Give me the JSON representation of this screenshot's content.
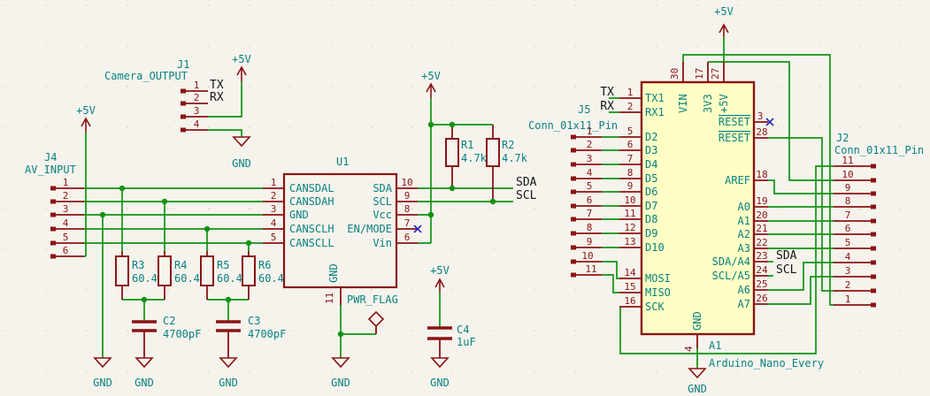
{
  "app": {
    "canvas": "kicad-schematic"
  },
  "colors": {
    "background": "#f5f3ec",
    "wire_green": "#129212",
    "device_red": "#8a1414",
    "field_teal": "#0a8181",
    "label_black": "#161616",
    "noconnect_blue": "#2a2ab8",
    "symbol_fill_yellow": "#ffffc5"
  },
  "power": {
    "p5v": "+5V",
    "gnd": "GND",
    "pwr_flag": "PWR_FLAG"
  },
  "net_labels": {
    "tx": "TX",
    "rx": "RX",
    "sda": "SDA",
    "scl": "SCL"
  },
  "j4": {
    "ref": "J4",
    "value": "AV_INPUT",
    "pins": [
      "1",
      "2",
      "3",
      "4",
      "5",
      "6"
    ]
  },
  "j1": {
    "ref": "J1",
    "value": "Camera_OUTPUT",
    "pins": [
      "1",
      "2",
      "3",
      "4"
    ]
  },
  "j5": {
    "ref": "J5",
    "value": "Conn_01x11_Pin",
    "pins": [
      "1",
      "2",
      "3",
      "4",
      "5",
      "6",
      "7",
      "8",
      "9",
      "10",
      "11"
    ]
  },
  "j2": {
    "ref": "J2",
    "value": "Conn_01x11_Pin",
    "pins": [
      "11",
      "10",
      "9",
      "8",
      "7",
      "6",
      "5",
      "4",
      "3",
      "2",
      "1"
    ]
  },
  "u1": {
    "ref": "U1",
    "left": [
      {
        "n": "1",
        "name": "CANSDAL"
      },
      {
        "n": "2",
        "name": "CANSDAH"
      },
      {
        "n": "3",
        "name": "GND"
      },
      {
        "n": "4",
        "name": "CANSCLH"
      },
      {
        "n": "5",
        "name": "CANSCLL"
      }
    ],
    "right": [
      {
        "n": "10",
        "name": "SDA"
      },
      {
        "n": "9",
        "name": "SCL"
      },
      {
        "n": "8",
        "name": "Vcc"
      },
      {
        "n": "7",
        "name": "EN/MODE"
      },
      {
        "n": "6",
        "name": "Vin"
      }
    ],
    "bottom": {
      "n": "11",
      "name": "GND"
    }
  },
  "resistors": [
    {
      "ref": "R1",
      "value": "4.7k"
    },
    {
      "ref": "R2",
      "value": "4.7k"
    },
    {
      "ref": "R3",
      "value": "60.4"
    },
    {
      "ref": "R4",
      "value": "60.4"
    },
    {
      "ref": "R5",
      "value": "60.4"
    },
    {
      "ref": "R6",
      "value": "60.4"
    }
  ],
  "capacitors": [
    {
      "ref": "C2",
      "value": "4700pF"
    },
    {
      "ref": "C3",
      "value": "4700pF"
    },
    {
      "ref": "C4",
      "value": "1uF"
    }
  ],
  "arduino": {
    "ref": "A1",
    "value": "Arduino_Nano_Every",
    "left": [
      {
        "n": "1",
        "name": "TX1"
      },
      {
        "n": "2",
        "name": "RX1"
      },
      {
        "n": "5",
        "name": "D2"
      },
      {
        "n": "6",
        "name": "D3"
      },
      {
        "n": "7",
        "name": "D4"
      },
      {
        "n": "8",
        "name": "D5"
      },
      {
        "n": "9",
        "name": "D6"
      },
      {
        "n": "10",
        "name": "D7"
      },
      {
        "n": "11",
        "name": "D8"
      },
      {
        "n": "12",
        "name": "D9"
      },
      {
        "n": "13",
        "name": "D10"
      },
      {
        "n": "14",
        "name": "MOSI"
      },
      {
        "n": "15",
        "name": "MISO"
      },
      {
        "n": "16",
        "name": "SCK"
      }
    ],
    "right": [
      {
        "n": "3",
        "name": "RESET"
      },
      {
        "n": "28",
        "name": "RESET"
      },
      {
        "n": "18",
        "name": "AREF"
      },
      {
        "n": "19",
        "name": "A0"
      },
      {
        "n": "20",
        "name": "A1"
      },
      {
        "n": "21",
        "name": "A2"
      },
      {
        "n": "22",
        "name": "A3"
      },
      {
        "n": "23",
        "name": "SDA/A4"
      },
      {
        "n": "24",
        "name": "SCL/A5"
      },
      {
        "n": "25",
        "name": "A6"
      },
      {
        "n": "26",
        "name": "A7"
      }
    ],
    "top": [
      {
        "n": "30",
        "name": "VIN"
      },
      {
        "n": "17",
        "name": "3V3"
      },
      {
        "n": "27",
        "name": "+5V"
      }
    ],
    "bottom": {
      "n": "4",
      "name": "GND"
    }
  }
}
